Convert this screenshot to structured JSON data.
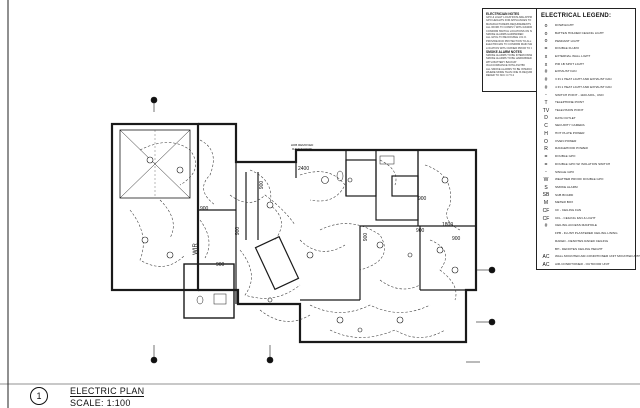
{
  "sheet": {
    "title": "ELECTRIC PLAN",
    "scale": "SCALE: 1:100",
    "view_number": "1"
  },
  "notes": {
    "electrician_title": "ELECTRICIAN NOTES",
    "electrician_lines": [
      "GPO & LIGHT LOCATIONS ARE APPROX. ONLY",
      "GPO HEIGHTS FOR APPLIANCES TO SUIT",
      "MANUFACTURERS REQUIREMENTS",
      "ALL WORK TO COMPLY WITH AS3000",
      "CONFIRM SWITCH LOCATIONS ON SITE",
      "SMOKE ALARMS HARDWIRED",
      "ALL GPOs TO BE DOUBLE U.N.O.",
      "PROVIDE RCD PROTECTION TO ALL CIRCUITS",
      "ELECTRICIAN TO CONFIRM MAIN SWITCHBOARD",
      "LOCATION WITH OWNER PRIOR TO COMMENCING"
    ],
    "smoke_title": "SMOKE ALARM NOTES",
    "smoke_lines": [
      "SMOKE ALARMS TO BE INTERCONNECTED",
      "SMOKE ALARMS TO BE HARDWIRED",
      "WITH BATTERY BACKUP",
      "IN ACCORDANCE WITH AS3786",
      "ALL SMOKE ALARMS TO BE INTERCONNECTED",
      "WHERE MORE THAN ONE IS REQUIRED",
      "REFER TO NCC 3.7.5.2"
    ]
  },
  "legend": {
    "title": "ELECTRICAL LEGEND:",
    "items": [
      {
        "symbol": "o",
        "label": "DOWNLIGHT"
      },
      {
        "symbol": "o",
        "label": "BATTEN HOLDER CEILING LIGHT"
      },
      {
        "symbol": "o",
        "label": "PENDANT LIGHT"
      },
      {
        "symbol": "=",
        "label": "DOUBLE FLURO"
      },
      {
        "symbol": "x",
        "label": "EXTERNAL WALL LIGHT"
      },
      {
        "symbol": "x",
        "label": "PIR 1B SPOT LIGHT"
      },
      {
        "symbol": "#",
        "label": "EXHAUST FAN"
      },
      {
        "symbol": "#",
        "label": "3 IN 1 HEAT LIGHT AND EXHAUST FAN"
      },
      {
        "symbol": "#",
        "label": "4 IN 1 HEAT LIGHT AND EXHAUST FAN"
      },
      {
        "symbol": "-",
        "label": "SWITCH POINT - 1100 AFFL, UNO"
      },
      {
        "symbol": "T",
        "label": "TELEPHONE POINT"
      },
      {
        "symbol": "TV",
        "label": "TELEVISION POINT"
      },
      {
        "symbol": "D",
        "label": "DATA OUTLET"
      },
      {
        "symbol": "C",
        "label": "SECURITY CAMERA"
      },
      {
        "symbol": "H",
        "label": "HOT PLATE POWER"
      },
      {
        "symbol": "O",
        "label": "OVEN POWER"
      },
      {
        "symbol": "R",
        "label": "RANGEHOOD POWER"
      },
      {
        "symbol": "=",
        "label": "DOUBLE GPO"
      },
      {
        "symbol": "=",
        "label": "DOUBLE GPO W/ ISOLATION SWITCH"
      },
      {
        "symbol": "-",
        "label": "SINGLE GPO"
      },
      {
        "symbol": "W",
        "label": "WEATHER PROOF DOUBLE GPO"
      },
      {
        "symbol": "S",
        "label": "SMOKE ALARM"
      },
      {
        "symbol": "SB",
        "label": "SUB BOARD"
      },
      {
        "symbol": "M",
        "label": "METER BOX"
      },
      {
        "symbol": "CF",
        "label": "CF - CEILING FAN"
      },
      {
        "symbol": "CF",
        "label": "CFL - CEILING FAN & LIGHT"
      },
      {
        "symbol": "#",
        "label": "CEILING ACCESS MANHOLE"
      },
      {
        "symbol": "",
        "label": "FPB - FLUSH PLASTERED CEILING LINING"
      },
      {
        "symbol": "",
        "label": "RAKED - DENOTES RAKED CEILING"
      },
      {
        "symbol": "",
        "label": "BH - DENOTES CEILING HEIGHT"
      },
      {
        "symbol": "AC",
        "label": "WALL MOUNTED AIR-CONDITIONER UNIT MOUNTED APPROX. 2000 AFFL, UNO"
      },
      {
        "symbol": "AC",
        "label": "AIR-CONDITIONER - OUTDOOR UNIT"
      }
    ]
  },
  "rooms": {
    "wir": "WIR",
    "door_900_a": "900",
    "door_900_b": "900",
    "door_900_c": "900",
    "door_900_d": "900",
    "door_900_e": "900",
    "door_900_f": "900",
    "door_900_g": "900",
    "door_900_h": "900",
    "door_2400": "2400",
    "door_1800": "1800",
    "rangehood_note": "HOB REMOVED RANGEHOOD"
  },
  "colors": {
    "line": "#1a1a1a",
    "dashed": "#333333",
    "background": "#ffffff"
  }
}
